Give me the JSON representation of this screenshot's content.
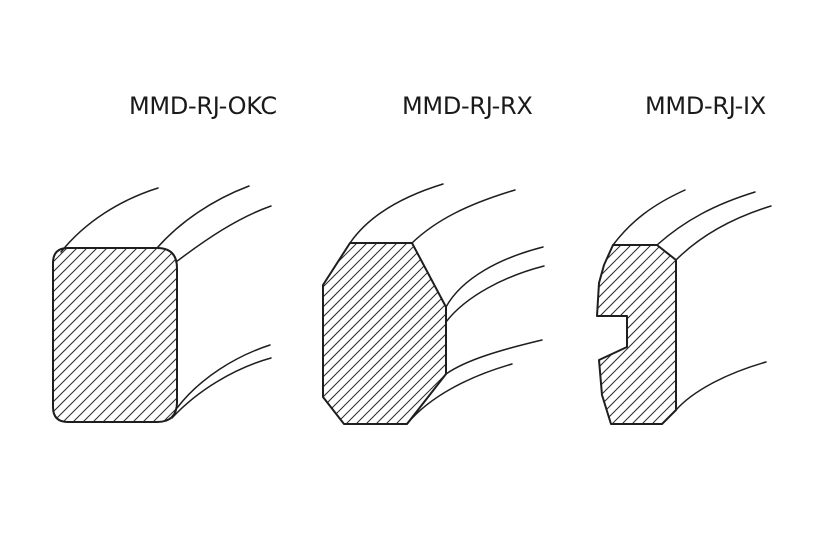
{
  "labels": {
    "okc": "MMD-RJ-OKC",
    "rx": "MMD-RJ-RX",
    "ix": "MMD-RJ-IX"
  },
  "colors": {
    "line": "#1e1e1e",
    "background": "#ffffff"
  }
}
